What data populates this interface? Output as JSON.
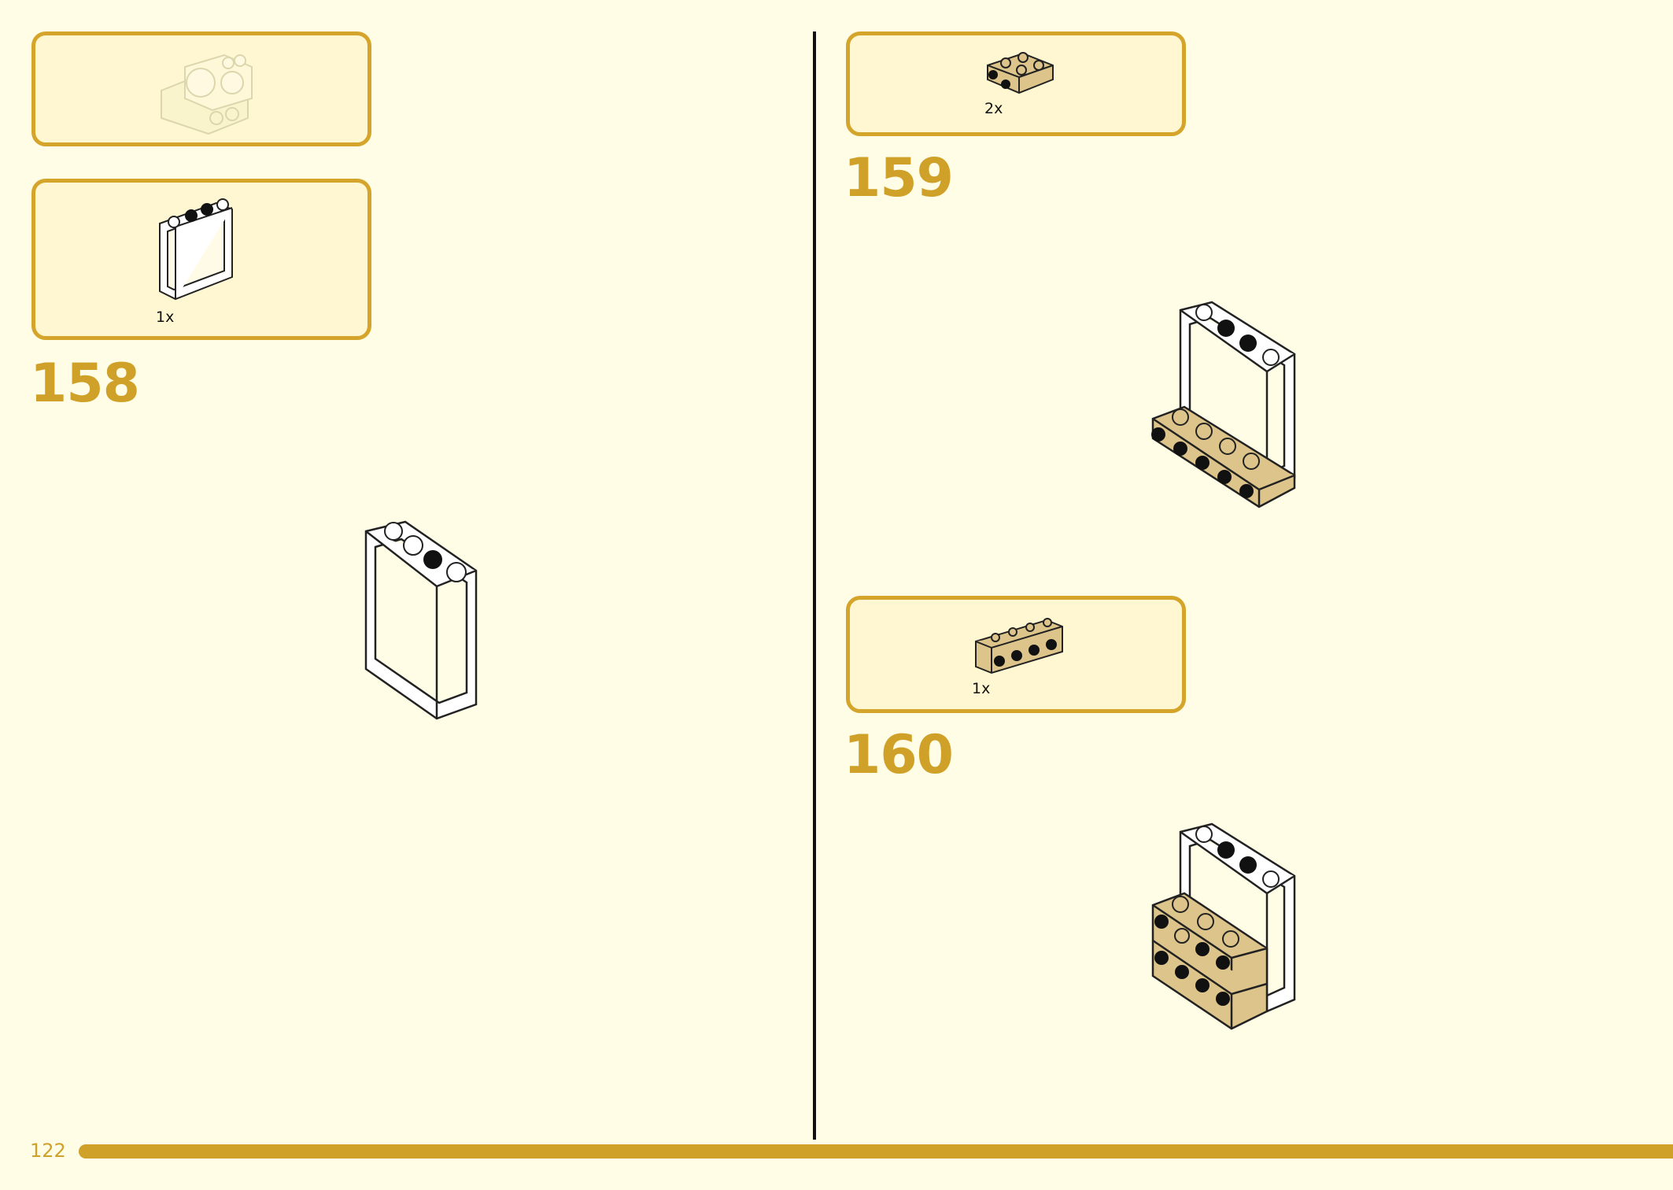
{
  "page": {
    "number": "122"
  },
  "steps": [
    {
      "number": "158",
      "part_qty": "1x",
      "part": "white-window-frame-icon"
    },
    {
      "number": "159",
      "part_qty": "2x",
      "part": "tan-plate-with-studs-icon"
    },
    {
      "number": "160",
      "part_qty": "1x",
      "part": "tan-brick-with-side-studs-icon"
    }
  ],
  "colors": {
    "background": "#fffde6",
    "callout_fill": "#fff7d1",
    "accent": "#cfa128",
    "tan": "#dcc48a",
    "white_part": "#ffffff"
  }
}
